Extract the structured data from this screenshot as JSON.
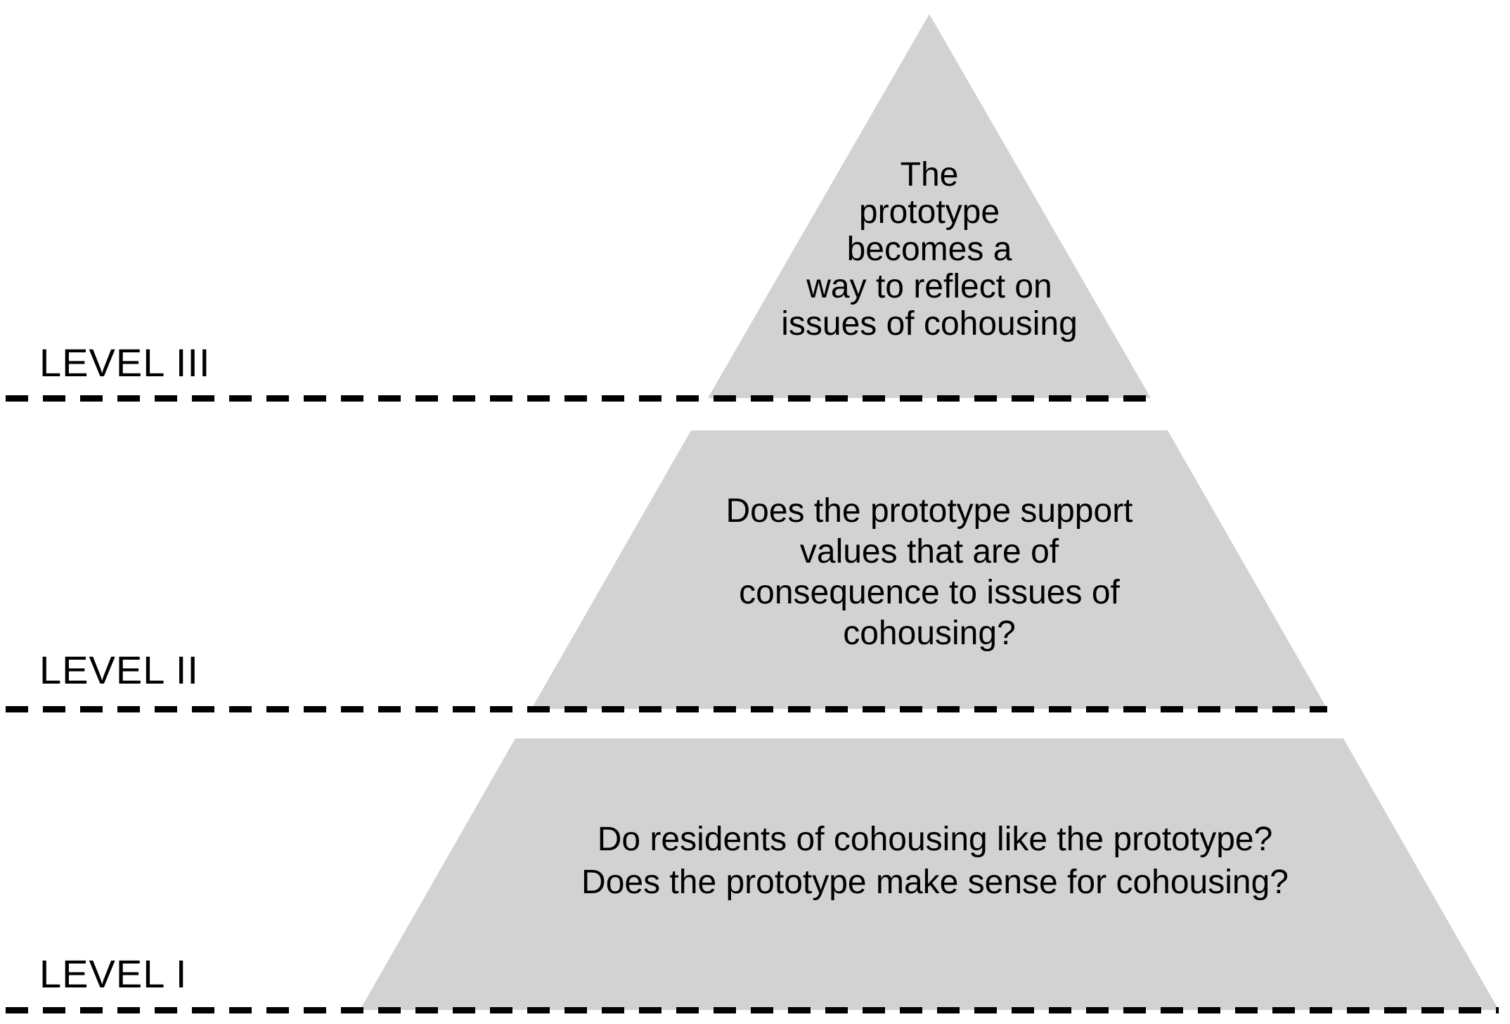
{
  "diagram_type": "pyramid",
  "levels": [
    {
      "label": "LEVEL III",
      "lines": [
        "The",
        "prototype",
        "becomes a",
        "way to reflect on",
        "issues of cohousing"
      ]
    },
    {
      "label": "LEVEL II",
      "lines": [
        "Does the prototype support",
        "values that are of",
        "consequence to issues of",
        "cohousing?"
      ]
    },
    {
      "label": "LEVEL I",
      "lines": [
        "Do residents of cohousing like the prototype?",
        "Does the prototype make sense for cohousing?"
      ]
    }
  ],
  "colors": {
    "pyramid_fill": "#d2d2d2",
    "line_color": "#000000",
    "text_color": "#000000",
    "background": "#ffffff"
  }
}
